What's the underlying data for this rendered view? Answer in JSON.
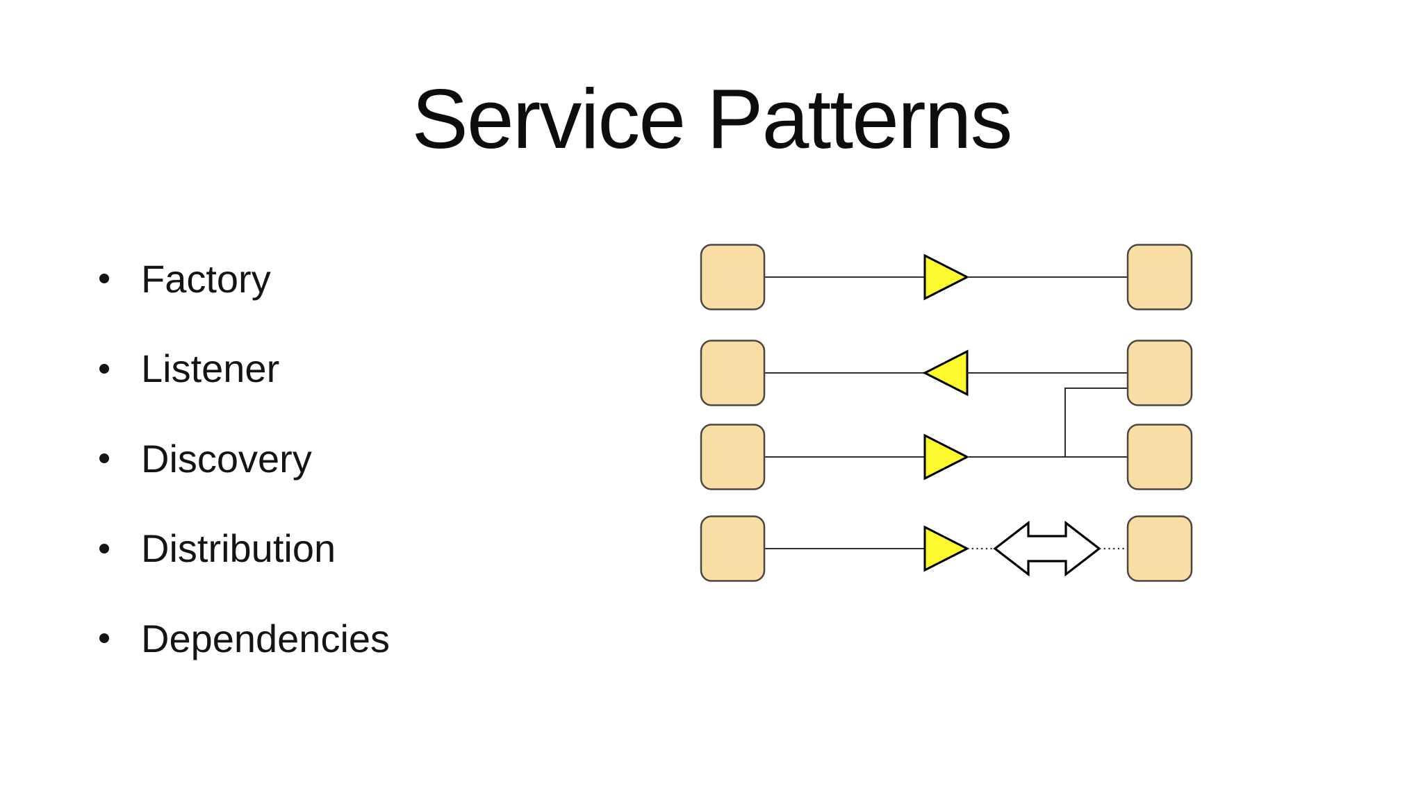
{
  "slide": {
    "title": "Service Patterns",
    "background_color": "#ffffff",
    "text_color": "#141414"
  },
  "bullets": [
    {
      "label": "Factory"
    },
    {
      "label": "Listener"
    },
    {
      "label": "Discovery"
    },
    {
      "label": "Distribution"
    },
    {
      "label": "Dependencies"
    }
  ],
  "diagram": {
    "colors": {
      "node_fill": "#F8DEA5",
      "node_stroke": "#4a453f",
      "triangle_fill": "#FCFA2E",
      "triangle_stroke": "#000000",
      "line": "#2e2e2e",
      "sync_arrow_fill": "#ffffff",
      "sync_arrow_stroke": "#000000"
    },
    "rows": [
      {
        "pattern": "factory",
        "left_node": "service-box",
        "right_node": "service-box",
        "arrow": "triangle-right",
        "connection": "solid"
      },
      {
        "pattern": "listener",
        "left_node": "service-box",
        "right_node": "service-box",
        "arrow": "triangle-left",
        "connection": "solid",
        "branch_to_row_below": true
      },
      {
        "pattern": "discovery",
        "left_node": "service-box",
        "right_node": "service-box",
        "arrow": "triangle-right",
        "connection": "solid"
      },
      {
        "pattern": "distribution",
        "left_node": "service-box",
        "right_node": "service-box",
        "arrow": "triangle-right",
        "connection": "dotted",
        "bidirectional_sync_arrow": true
      }
    ]
  }
}
